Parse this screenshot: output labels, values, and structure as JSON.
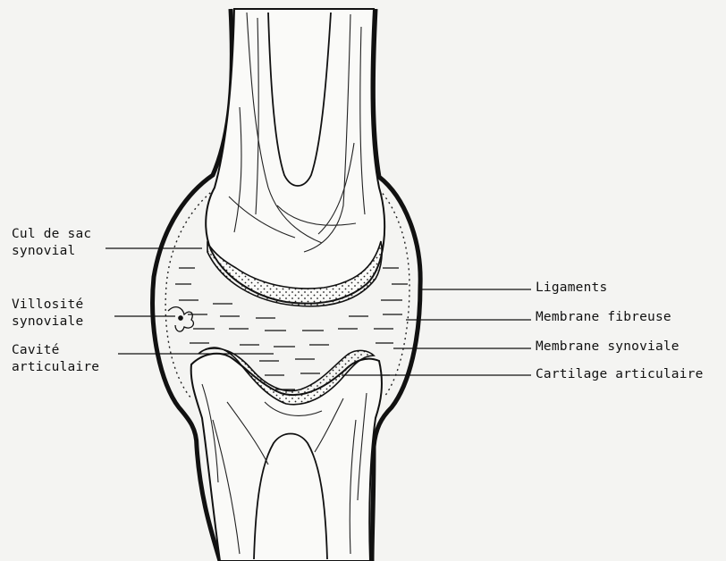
{
  "labels": {
    "cul_de_sac": [
      "Cul de sac",
      "synovial"
    ],
    "villosite": [
      "Villosité",
      "synoviale"
    ],
    "cavite": [
      "Cavité",
      "articulaire"
    ],
    "ligaments": "Ligaments",
    "membrane_fibreuse": "Membrane fibreuse",
    "membrane_synoviale": "Membrane synoviale",
    "cartilage": "Cartilage articulaire"
  },
  "colors": {
    "ink": "#111111",
    "paper": "#f4f4f2",
    "fill": "#fafaf8"
  }
}
